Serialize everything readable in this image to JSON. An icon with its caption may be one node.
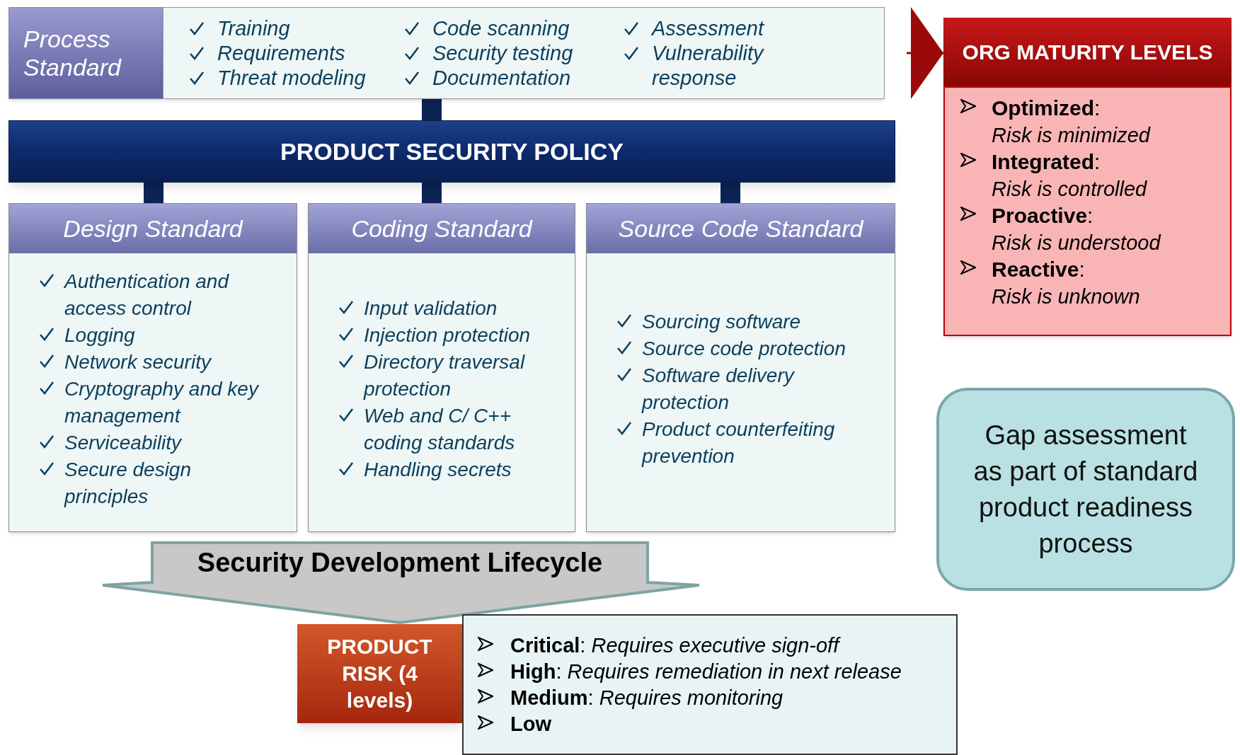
{
  "diagram": {
    "nodes": [
      {
        "text": [
          "Process Standard"
        ]
      },
      {
        "text": [
          "Training",
          "Requirements",
          "Threat modeling",
          "Code scanning",
          "Security testing",
          "Documentation",
          "Assessment",
          "Vulnerability response"
        ]
      },
      {
        "text": [
          "PRODUCT SECURITY POLICY"
        ]
      },
      {
        "text": [
          "Design Standard",
          "Authentication and access control",
          "Logging",
          "Network security",
          "Cryptography and key management",
          "Serviceability",
          "Secure design principles"
        ]
      },
      {
        "text": [
          "Coding Standard",
          "Input validation",
          "Injection protection",
          "Directory traversal protection",
          "Web and C/ C++ coding standards",
          "Handling secrets"
        ]
      },
      {
        "text": [
          "Source Code Standard",
          "Sourcing software",
          "Source code protection",
          "Software delivery protection",
          "Product counterfeiting prevention"
        ]
      },
      {
        "text": [
          "Security Development Lifecycle"
        ]
      },
      {
        "text": [
          "PRODUCT RISK (4 levels)"
        ]
      },
      {
        "text": [
          "**Critical**: *Requires executive sign-off*",
          "**High**: *Requires remediation in next release*",
          "**Medium**: *Requires monitoring*",
          "**Low**"
        ]
      },
      {
        "text": [
          "ORG MATURITY LEVELS"
        ]
      },
      {
        "text": [
          "**Optimized**:",
          "Risk is minimized",
          "**Integrated**:",
          "Risk is controlled",
          "**Proactive**:",
          "Risk is understood",
          "**Reactive**:",
          "Risk is unknown"
        ]
      },
      {
        "text": [
          "Gap assessment as part of standard product readiness process"
        ]
      }
    ],
    "edges": [
      {
        "from": 1,
        "to": 2,
        "arrow": "none"
      },
      {
        "from": 2,
        "to": 3,
        "arrow": "none"
      },
      {
        "from": 2,
        "to": 4,
        "arrow": "none"
      },
      {
        "from": 2,
        "to": 5,
        "arrow": "none"
      },
      {
        "from": null,
        "to": 9,
        "arrow": "to",
        "color": "#9b0a0a"
      }
    ]
  }
}
